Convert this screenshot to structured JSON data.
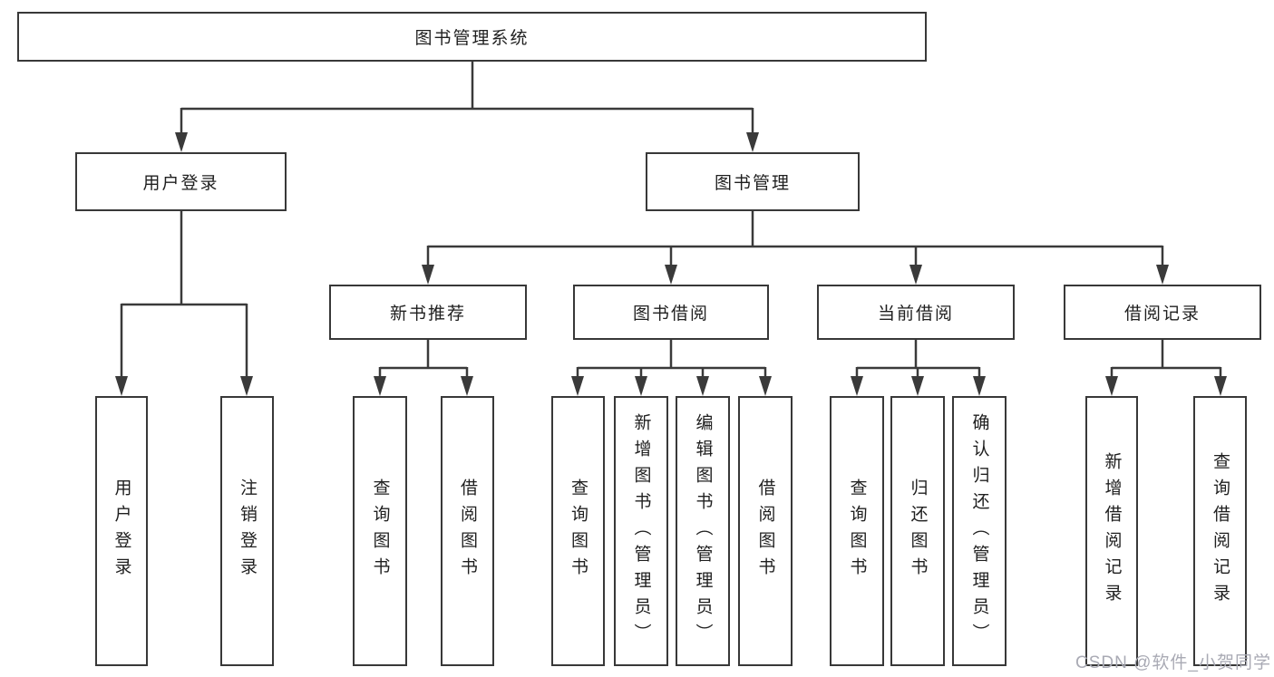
{
  "diagram": {
    "root": {
      "label": "图书管理系统"
    },
    "branches": [
      {
        "label": "用户登录",
        "leaves": [
          {
            "label": "用户登录"
          },
          {
            "label": "注销登录"
          }
        ]
      },
      {
        "label": "图书管理",
        "sections": [
          {
            "label": "新书推荐",
            "leaves": [
              {
                "label": "查询图书"
              },
              {
                "label": "借阅图书"
              }
            ]
          },
          {
            "label": "图书借阅",
            "leaves": [
              {
                "label": "查询图书"
              },
              {
                "label": "新增图书（管理员）"
              },
              {
                "label": "编辑图书（管理员）"
              },
              {
                "label": "借阅图书"
              }
            ]
          },
          {
            "label": "当前借阅",
            "leaves": [
              {
                "label": "查询图书"
              },
              {
                "label": "归还图书"
              },
              {
                "label": "确认归还（管理员）"
              }
            ]
          },
          {
            "label": "借阅记录",
            "leaves": [
              {
                "label": "新增借阅记录"
              },
              {
                "label": "查询借阅记录"
              }
            ]
          }
        ]
      }
    ]
  },
  "watermark": {
    "text": "CSDN @软件_小贺同学"
  },
  "colors": {
    "line": "#3a3a3a",
    "border": "#383838",
    "text": "#1f1f1f",
    "watermark": "#a9aab4"
  }
}
